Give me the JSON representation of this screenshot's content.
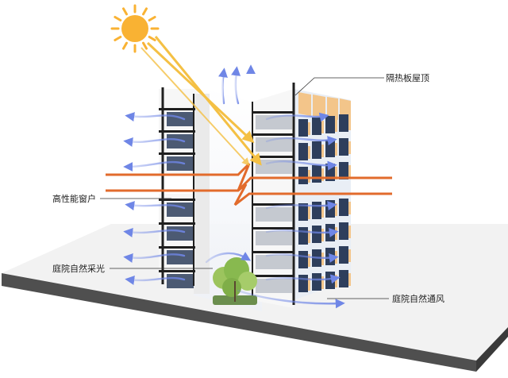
{
  "diagram": {
    "labels": {
      "roof": "隔热板屋顶",
      "window": "高性能窗户",
      "lighting": "庭院自然采光",
      "ventilation": "庭院自然通风"
    },
    "colors": {
      "ground_top": "#f2f2f2",
      "ground_side": "#555555",
      "sun": "#f9b233",
      "sun_rays": "#f4c044",
      "section_cut": "#e26b2c",
      "airflow": "#6f86e6",
      "glass": "#2e3e5c",
      "frame": "#1f1f1f",
      "roof_panel": "#f3c58a",
      "wall": "#f7f7f7",
      "tree": "#88b94f"
    },
    "icons": [
      "sun-icon",
      "tree-icon",
      "airflow-arrow-icon"
    ]
  }
}
